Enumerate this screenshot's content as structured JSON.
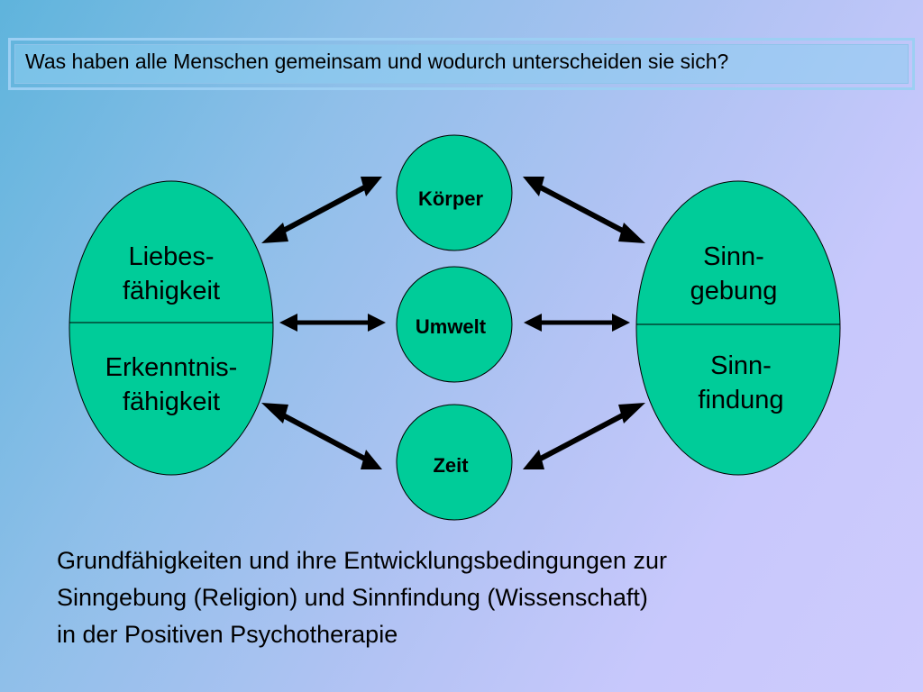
{
  "title": "Was haben alle Menschen gemeinsam und wodurch unterscheiden sie sich?",
  "left_ellipse": {
    "top_line1": "Liebes-",
    "top_line2": "fähigkeit",
    "bottom_line1": "Erkenntnis-",
    "bottom_line2": "fähigkeit"
  },
  "right_ellipse": {
    "top_line1": "Sinn-",
    "top_line2": "gebung",
    "bottom_line1": "Sinn-",
    "bottom_line2": "findung"
  },
  "center_nodes": {
    "top": "Körper",
    "middle": "Umwelt",
    "bottom": "Zeit"
  },
  "caption": {
    "line1": "Grundfähigkeiten und ihre Entwicklungsbedingungen zur",
    "line2": "Sinngebung (Religion) und Sinnfindung (Wissenschaft)",
    "line3": "in der Positiven Psychotherapie"
  },
  "colors": {
    "node_fill": "#00cc99",
    "stroke": "#000000"
  }
}
